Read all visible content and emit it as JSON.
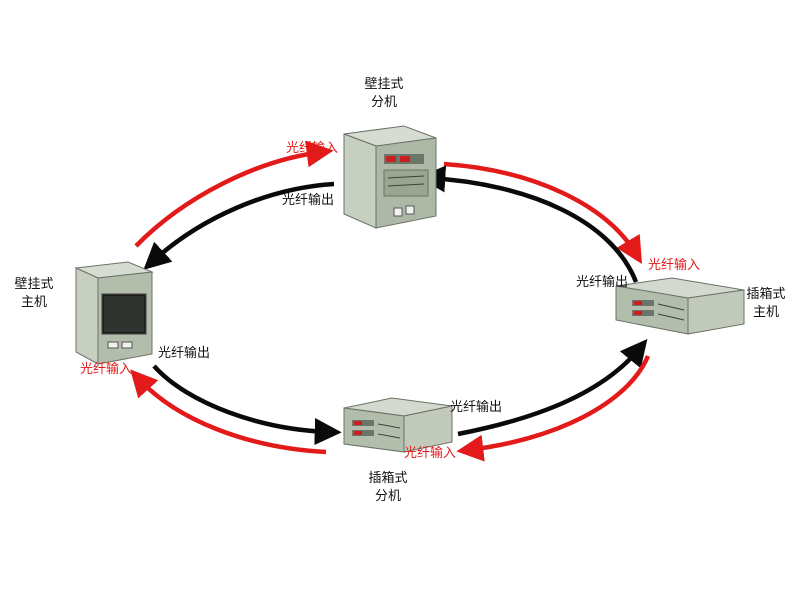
{
  "colors": {
    "red_arrow": "#e21a1a",
    "black_arrow": "#0a0a0a",
    "device_green": "#b9c2b2"
  },
  "nodes": {
    "wall_slave": {
      "line1": "壁挂式",
      "line2": "分机"
    },
    "wall_master": {
      "line1": "壁挂式",
      "line2": "主机"
    },
    "rack_master": {
      "line1": "插箱式",
      "line2": "主机"
    },
    "rack_slave": {
      "line1": "插箱式",
      "line2": "分机"
    }
  },
  "labels": {
    "wall_slave_input": "光纤输入",
    "wall_slave_output": "光纤输出",
    "rack_master_input": "光纤输入",
    "rack_master_output": "光纤输出",
    "wall_master_output": "光纤输出",
    "wall_master_input": "光纤输入",
    "rack_slave_output": "光纤输出",
    "rack_slave_input": "光纤输入"
  }
}
